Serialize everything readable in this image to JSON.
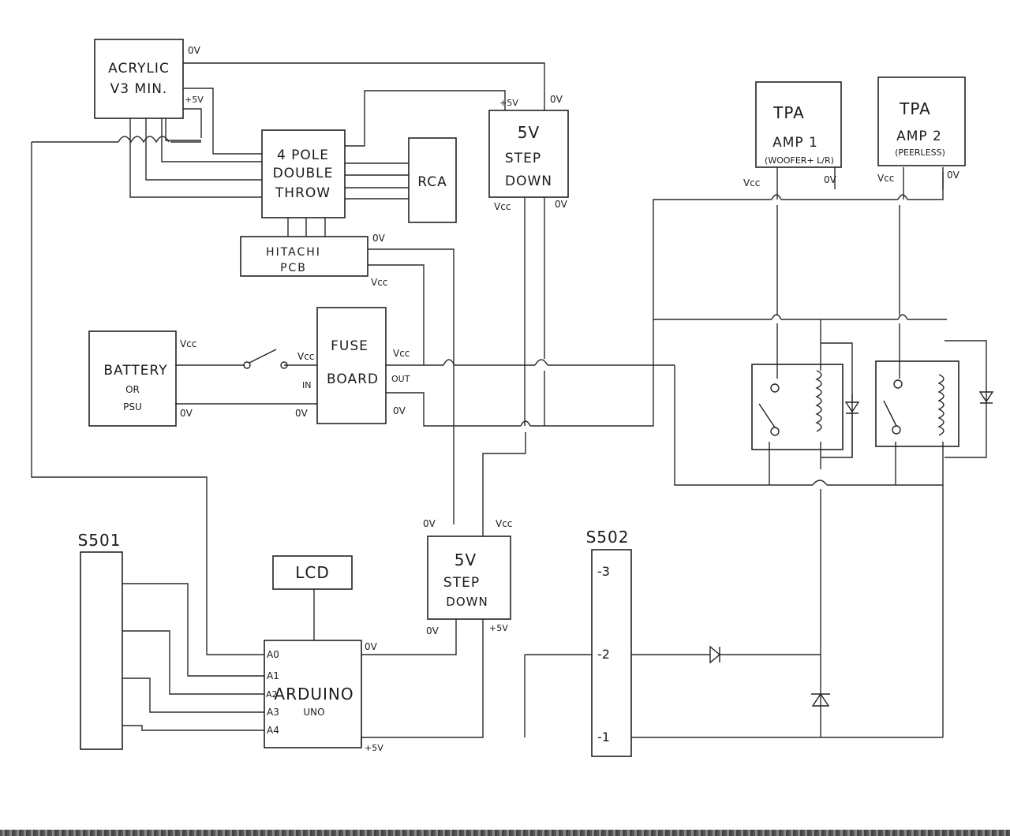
{
  "blocks": {
    "acrylic": [
      "ACRYLIC",
      "V3 MIN."
    ],
    "four_pole": [
      "4 POLE",
      "DOUBLE",
      "THROW"
    ],
    "rca": "RCA",
    "step_down_top": [
      "5V",
      "STEP",
      "DOWN"
    ],
    "hitachi": [
      "HITACHI",
      "PCB"
    ],
    "battery": [
      "BATTERY",
      "OR",
      "PSU"
    ],
    "fuse_board": [
      "FUSE",
      "BOARD"
    ],
    "tpa1": [
      "TPA",
      "AMP 1",
      "(WOOFER+ L/R)"
    ],
    "tpa2": [
      "TPA",
      "AMP 2",
      "(PEERLESS)"
    ],
    "s501": "S501",
    "lcd": "LCD",
    "arduino": [
      "ARDUINO",
      "UNO"
    ],
    "step_down_bottom": [
      "5V",
      "STEP",
      "DOWN"
    ],
    "s502": "S502",
    "s502_pins": [
      "-3",
      "-2",
      "-1"
    ],
    "arduino_pins": [
      "A0",
      "A1",
      "A2",
      "A3",
      "A4"
    ]
  },
  "labels": {
    "zero_v": "0V",
    "plus_5v": "+5V",
    "vcc": "Vcc",
    "in": "IN",
    "out": "OUT"
  }
}
